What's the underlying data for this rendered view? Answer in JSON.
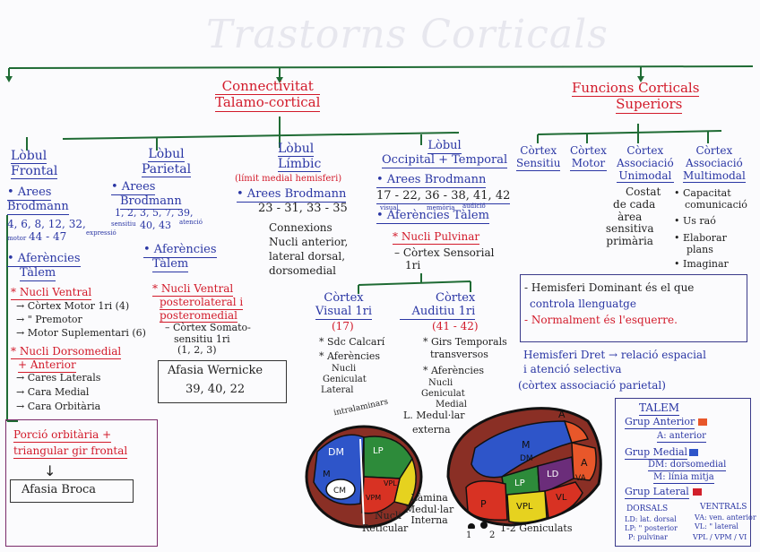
{
  "title": "Trastorns Corticals",
  "branches": {
    "left": "Connectivitat Talamo-cortical",
    "left_l1": "Connectivitat",
    "left_l2": "Talamo-cortical",
    "right_l1": "Funcions Corticals",
    "right_l2": "Superiors"
  },
  "frontal": {
    "head_l1": "Lòbul",
    "head_l2": "Frontal",
    "areas": "• Arees",
    "brodmann": "Brodmann",
    "nums": "4, 6, 8, 12, 32,",
    "motor_tag": "motor",
    "nums2": "44 - 47",
    "express": "expressió",
    "aff_l1": "• Aferències",
    "aff_l2": "Tàlem",
    "nv": "* Nucli Ventral",
    "nv_items": [
      "→ Còrtex Motor 1ri (4)",
      "→ \" Premotor",
      "→ Motor Suplementari (6)"
    ],
    "nd_l1": "* Nucli Dorsomedial",
    "nd_l2": "+ Anterior",
    "nd_items": [
      "→ Cares Laterals",
      "→ Cara Medial",
      "→ Cara Orbitària"
    ],
    "box_l1": "Porció orbitària +",
    "box_l2": "triangular gir frontal",
    "broca": "Afasia Broca"
  },
  "parietal": {
    "head_l1": "Lòbul",
    "head_l2": "Parietal",
    "areas": "• Arees",
    "brodmann": "Brodmann",
    "nums": "1, 2, 3, 5, 7, 39,",
    "nums2": "40, 43",
    "sens_tag": "sensitiu",
    "atencio": "atenció",
    "aff_l1": "• Aferències",
    "aff_l2": "Tàlem",
    "nv_l1": "* Nucli Ventral",
    "nv_l2": "posterolateral i",
    "nv_l3": "posteromedial",
    "item_l1": "– Còrtex Somato-",
    "item_l2": "sensitiu 1ri",
    "item_l3": "(1, 2, 3)",
    "wer_l1": "Afasia Wernicke",
    "wer_l2": "39, 40, 22"
  },
  "limbic": {
    "head_l1": "Lòbul",
    "head_l2": "Límbic",
    "note": "(límit medial hemisferi)",
    "areas": "• Arees Brodmann",
    "nums": "23 - 31, 33 - 35",
    "conn": [
      "Connexions",
      "Nucli anterior,",
      "lateral dorsal,",
      "dorsomedial"
    ]
  },
  "occipital": {
    "head_l1": "Lòbul",
    "head_l2": "Occipital + Temporal",
    "areas": "• Arees Brodmann",
    "nums": "17 - 22, 36 - 38, 41, 42",
    "tags": [
      "visual",
      "memòria",
      "audició"
    ],
    "aff": "• Aferències Tàlem",
    "pulv": "* Nucli Pulvinar",
    "item_l1": "– Còrtex Sensorial",
    "item_l2": "1ri",
    "visual_l1": "Còrtex",
    "visual_l2": "Visual 1ri",
    "visual_num": "(17)",
    "visual_items": [
      "* Sdc Calcarí",
      "* Aferències",
      "Nucli",
      "Geniculat",
      "Lateral"
    ],
    "aud_l1": "Còrtex",
    "aud_l2": "Auditiu 1ri",
    "aud_num": "(41 - 42)",
    "aud_items": [
      "* Girs Temporals",
      "transversos",
      "* Aferències",
      "Nucli",
      "Geniculat",
      "Medial"
    ]
  },
  "funcions": {
    "cols": [
      {
        "l1": "Còrtex",
        "l2": "Sensitiu"
      },
      {
        "l1": "Còrtex",
        "l2": "Motor"
      },
      {
        "l1": "Còrtex",
        "l2": "Associació",
        "l3": "Unimodal"
      },
      {
        "l1": "Còrtex",
        "l2": "Associació",
        "l3": "Multimodal"
      }
    ],
    "unimodal_desc": [
      "Costat",
      "de cada",
      "àrea",
      "sensitiva",
      "primària"
    ],
    "multimodal": [
      "• Capacitat",
      "comunicació",
      "• Us raó",
      "• Elaborar",
      "plans",
      "• Imaginar"
    ],
    "hemi_l1": "- Hemisferi Dominant és el que",
    "hemi_l2": "controla llenguatge",
    "hemi_l3": "- Normalment és l'esquerre.",
    "dret_l1": "Hemisferi Dret → relació espacial",
    "dret_l2": "i atenció selectiva",
    "dret_l3": "(còrtex associació parietal)"
  },
  "legend": {
    "title": "TALEM",
    "ant": "Grup Anterior",
    "ant_a": "A: anterior",
    "med": "Grup Medial",
    "med_dm": "DM: dorsomedial",
    "med_m": "M: línia mitja",
    "lat": "Grup Lateral",
    "dorsals": "DORSALS",
    "ventrals": "VENTRALS",
    "d_items": [
      "LD: lat. dorsal",
      "LP: \" posterior",
      "P: pulvinar"
    ],
    "v_items": [
      "VA: ven. anterior",
      "VL: \" lateral",
      "VPL / VPM / VI"
    ],
    "ant_color": "#e8572a",
    "med_color": "#2e55c9",
    "lat_color": "#d2202b"
  },
  "thalamus": {
    "labels_small": [
      "DM",
      "LP",
      "CM",
      "VPM",
      "VPL",
      "M"
    ],
    "intralaminar": "intralaminars",
    "lml_l1": "L. Medul·lar",
    "lml_l2": "externa",
    "reticular_l1": "Nucli",
    "reticular_l2": "Reticular",
    "big_labels": [
      "A",
      "A",
      "M",
      "DM",
      "LP",
      "LD",
      "VA",
      "VL",
      "VPL",
      "P"
    ],
    "lamina_l1": "Làmina",
    "lamina_l2": "Medul·lar",
    "lamina_l3": "Interna",
    "gen": "1-2 Geniculats",
    "n1": "1",
    "n2": "2"
  },
  "colors": {
    "red": "#d21a2a",
    "blue": "#2a36a4",
    "green": "#1f6b34",
    "dark_brown": "#8a2f25"
  }
}
